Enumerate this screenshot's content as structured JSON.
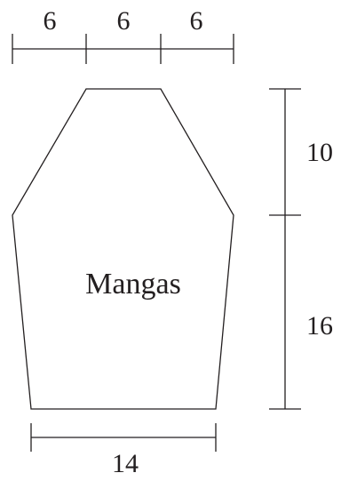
{
  "pattern": {
    "piece_label": "Mangas",
    "dimensions": {
      "top_segments": [
        "6",
        "6",
        "6"
      ],
      "right_upper": "10",
      "right_lower": "16",
      "bottom": "14"
    },
    "colors": {
      "ink": "#231f20",
      "background": "#ffffff"
    }
  }
}
